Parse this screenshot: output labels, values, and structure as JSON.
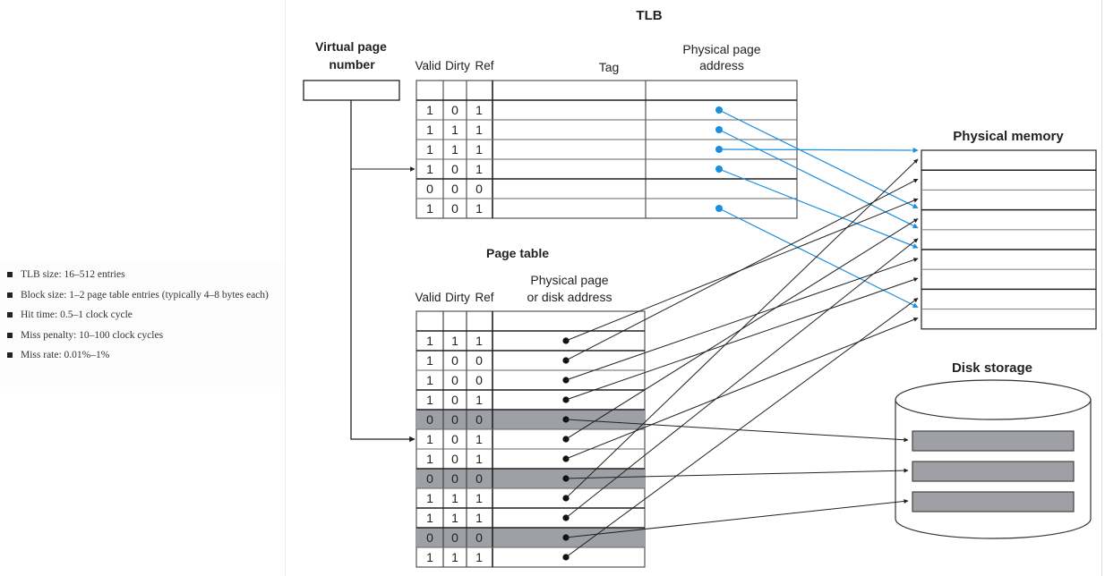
{
  "bullets": [
    "TLB size: 16–512 entries",
    "Block size: 1–2 page table entries (typically 4–8 bytes each)",
    "Hit time: 0.5–1 clock cycle",
    "Miss penalty: 10–100 clock cycles",
    "Miss rate: 0.01%–1%"
  ],
  "labels": {
    "tlb_title": "TLB",
    "vpn_line1": "Virtual page",
    "vpn_line2": "number",
    "valid": "Valid",
    "dirty": "Dirty",
    "ref": "Ref",
    "tag": "Tag",
    "ppa_line1": "Physical page",
    "ppa_line2": "address",
    "page_table_title": "Page table",
    "pt_addr_line1": "Physical page",
    "pt_addr_line2": "or disk address",
    "physical_memory": "Physical memory",
    "disk_storage": "Disk storage"
  },
  "colors": {
    "tlb_arrow": "#1a8fe0",
    "pt_arrow": "#222222",
    "invalid_row_fill": "#9ea0a6",
    "disk_block_fill": "#9ea0a6"
  },
  "tlb_rows": [
    {
      "valid": "1",
      "dirty": "0",
      "ref": "1",
      "has_pointer": true,
      "target_mem_slot": 3
    },
    {
      "valid": "1",
      "dirty": "1",
      "ref": "1",
      "has_pointer": true,
      "target_mem_slot": 4
    },
    {
      "valid": "1",
      "dirty": "1",
      "ref": "1",
      "has_pointer": true,
      "target_mem_slot": 0
    },
    {
      "valid": "1",
      "dirty": "0",
      "ref": "1",
      "has_pointer": true,
      "target_mem_slot": 5
    },
    {
      "valid": "0",
      "dirty": "0",
      "ref": "0",
      "has_pointer": false
    },
    {
      "valid": "1",
      "dirty": "0",
      "ref": "1",
      "has_pointer": true,
      "target_mem_slot": 8
    }
  ],
  "tlb_selected_row": 3,
  "page_table_rows": [
    {
      "valid": "1",
      "dirty": "1",
      "ref": "1",
      "target": "mem",
      "slot": 2
    },
    {
      "valid": "1",
      "dirty": "0",
      "ref": "0",
      "target": "mem",
      "slot": 1
    },
    {
      "valid": "1",
      "dirty": "0",
      "ref": "0",
      "target": "mem",
      "slot": 5
    },
    {
      "valid": "1",
      "dirty": "0",
      "ref": "1",
      "target": "mem",
      "slot": 6
    },
    {
      "valid": "0",
      "dirty": "0",
      "ref": "0",
      "target": "disk",
      "slot": 0
    },
    {
      "valid": "1",
      "dirty": "0",
      "ref": "1",
      "target": "mem",
      "slot": 3
    },
    {
      "valid": "1",
      "dirty": "0",
      "ref": "1",
      "target": "mem",
      "slot": 8
    },
    {
      "valid": "0",
      "dirty": "0",
      "ref": "0",
      "target": "disk",
      "slot": 1
    },
    {
      "valid": "1",
      "dirty": "1",
      "ref": "1",
      "target": "mem",
      "slot": 0
    },
    {
      "valid": "1",
      "dirty": "1",
      "ref": "1",
      "target": "mem",
      "slot": 4
    },
    {
      "valid": "0",
      "dirty": "0",
      "ref": "0",
      "target": "disk",
      "slot": 2
    },
    {
      "valid": "1",
      "dirty": "1",
      "ref": "1",
      "target": "mem",
      "slot": 7
    }
  ],
  "page_table_selected_row": 5,
  "physical_memory_slots": 9,
  "disk_blocks": 3
}
